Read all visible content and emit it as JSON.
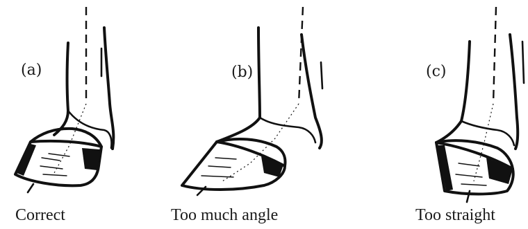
{
  "panels": [
    {
      "label": "(a)",
      "caption": "Correct"
    },
    {
      "label": "(b)",
      "caption": "Too much angle"
    },
    {
      "label": "(c)",
      "caption": "Too straight"
    }
  ]
}
